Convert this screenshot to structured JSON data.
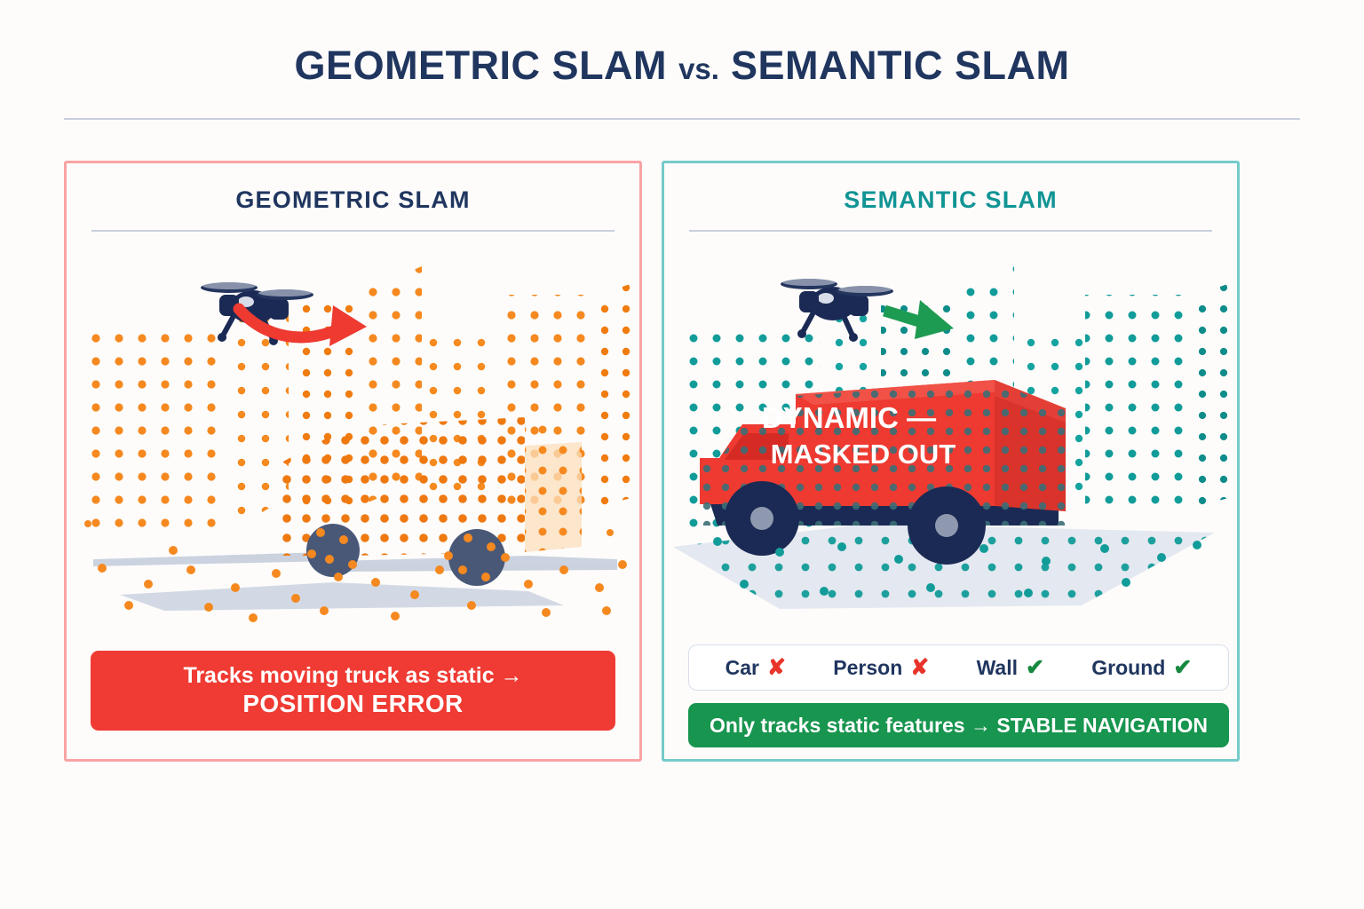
{
  "title": {
    "main_left": "GEOMETRIC SLAM",
    "vs": "vs.",
    "main_right": "SEMANTIC SLAM"
  },
  "panels": {
    "geometric": {
      "heading": "GEOMETRIC SLAM",
      "border_color": "#F9A3A3",
      "heading_color": "#20365F",
      "point_color": "#F5891F",
      "arrow_color": "#EE3A31",
      "arrow_type": "curved-drift-arrow",
      "banner": {
        "line1": "Tracks moving truck as static →",
        "line2": "POSITION ERROR",
        "background": "#EF3B33"
      }
    },
    "semantic": {
      "heading": "SEMANTIC SLAM",
      "border_color": "#74CBCA",
      "heading_color": "#119494",
      "point_color": "#129C99",
      "arrow_color": "#1E9B52",
      "arrow_type": "straight-arrow",
      "truck_label_line1": "DYNAMIC —",
      "truck_label_line2": "MASKED OUT",
      "truck_color": "#EE3A31",
      "legend": [
        {
          "label": "Car",
          "mark": "✘",
          "status": "bad"
        },
        {
          "label": "Person",
          "mark": "✘",
          "status": "bad"
        },
        {
          "label": "Wall",
          "mark": "✔",
          "status": "good"
        },
        {
          "label": "Ground",
          "mark": "✔",
          "status": "good"
        }
      ],
      "banner": {
        "text": "Only tracks static features → STABLE NAVIGATION",
        "background": "#18954F"
      }
    }
  },
  "icons": {
    "drone": "drone-icon",
    "truck": "truck-icon",
    "building": "building-pointcloud-icon",
    "ground": "ground-plane-icon"
  },
  "colors": {
    "page_background": "#FDFCFB",
    "title_navy": "#20365F",
    "divider": "#C9CFDE",
    "drone_navy": "#1B2A54",
    "ground_gray": "#C3CBDA"
  }
}
